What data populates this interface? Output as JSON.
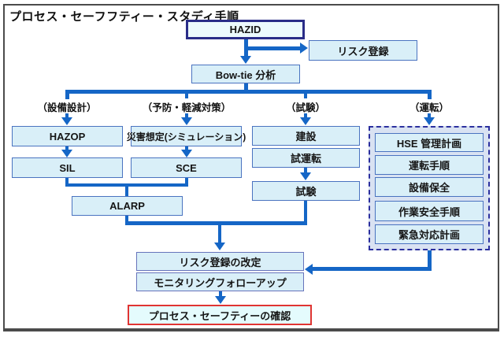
{
  "title": "プロセス・セーフフティー・スタディ手順",
  "colors": {
    "connector_blue": "#1566c6",
    "node_fill": "#d9eff8",
    "node_border": "#4a73c0",
    "hazid_border": "#2a2d88",
    "dashed_border": "#2b2f9e",
    "dashed_fill": "#d9e2f2",
    "red_border": "#e03432",
    "frame_border": "#4b4b4b"
  },
  "nodes": {
    "hazid": {
      "label": "HAZID"
    },
    "risk_register": {
      "label": "リスク登録"
    },
    "bowtie": {
      "label": "Bow-tie 分析"
    },
    "hazop": {
      "label": "HAZOP"
    },
    "disaster_simulation": {
      "label": "災害想定(シミュレーション)"
    },
    "sil": {
      "label": "SIL"
    },
    "sce": {
      "label": "SCE"
    },
    "alarp": {
      "label": "ALARP"
    },
    "construction": {
      "label": "建設"
    },
    "test_run": {
      "label": "試運転"
    },
    "test": {
      "label": "試験"
    },
    "hse_plan": {
      "label": "HSE 管理計画"
    },
    "operation_procedure": {
      "label": "運転手順"
    },
    "equipment_maintenance": {
      "label": "設備保全"
    },
    "work_safety_procedure": {
      "label": "作業安全手順"
    },
    "emergency_plan": {
      "label": "緊急対応計画"
    },
    "risk_register_revision": {
      "label": "リスク登録の改定"
    },
    "monitoring_followup": {
      "label": "モニタリングフォローアップ"
    },
    "process_safety_confirmation": {
      "label": "プロセス・セーフティーの確認"
    }
  },
  "category_labels": {
    "equipment_design": "（設備設計）",
    "prevention_mitigation": "（予防・軽減対策）",
    "testing": "（試験）",
    "operation": "（運転）"
  }
}
